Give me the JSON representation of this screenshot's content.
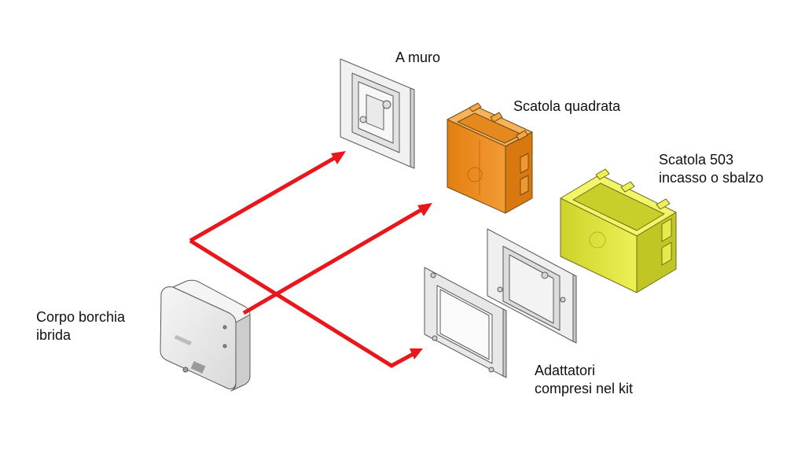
{
  "labels": {
    "wall_frame": "A muro",
    "square_box": "Scatola quadrata",
    "box_503": [
      "Scatola 503",
      "incasso o sbalzo"
    ],
    "body": [
      "Corpo borchia",
      "ibrida"
    ],
    "adapters": [
      "Adattatori",
      "compresi nel kit"
    ]
  },
  "body_brand": "",
  "colors": {
    "arrow": "#e8171b",
    "square_box_fill": "#f29a2e",
    "box_503_fill": "#e4e94a",
    "parts_fill": "#ececec",
    "outline": "#5a5a5a"
  }
}
